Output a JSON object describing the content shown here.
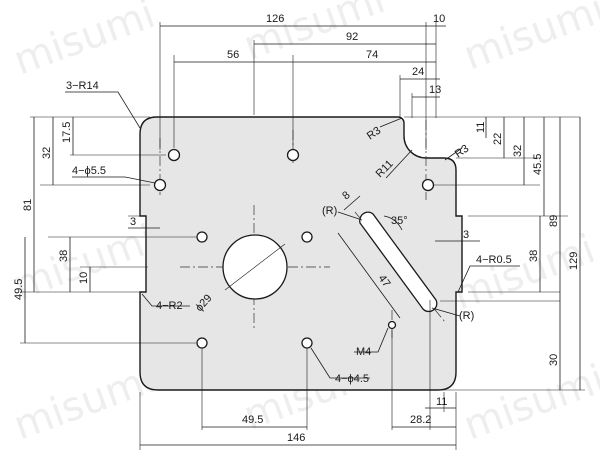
{
  "watermark": "misumi",
  "dimensions": {
    "top": {
      "d126": "126",
      "d10": "10",
      "d92": "92",
      "d56": "56",
      "d74": "74",
      "d24": "24",
      "d13": "13"
    },
    "left": {
      "d3r14": "3−R14",
      "d17_5": "17.5",
      "d32": "32",
      "d4phi5_5": "4−ϕ5.5",
      "d81": "81",
      "d3": "3",
      "d38": "38",
      "d10": "10",
      "d49_5": "49.5",
      "d4r2": "4−R2",
      "dphi29": "ϕ29"
    },
    "right": {
      "d11": "11",
      "d22": "22",
      "d32": "32",
      "d45_5": "45.5",
      "d89": "89",
      "d129": "129",
      "d3": "3",
      "d38": "38",
      "d4r0_5": "4−R0.5",
      "d30": "30",
      "dr3a": "R3",
      "dr3b": "R3",
      "dr11": "R11"
    },
    "slot": {
      "r1": "(R)",
      "d8": "8",
      "d35": "35°",
      "d47": "47",
      "r2": "(R)",
      "m4": "M4"
    },
    "bottom": {
      "d4phi4_5": "4−ϕ4.5",
      "d49_5": "49.5",
      "d28_2": "28.2",
      "d11": "11",
      "d146": "146"
    }
  },
  "colors": {
    "plate": "#e6e6e6",
    "line": "#1a1a1a"
  }
}
